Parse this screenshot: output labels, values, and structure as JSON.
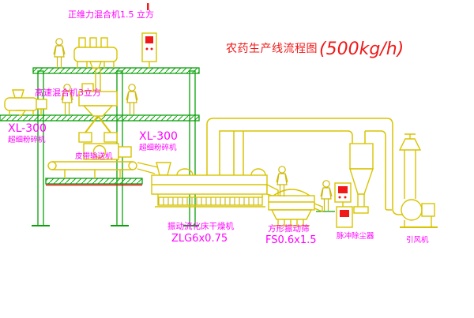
{
  "title": {
    "text": "农药生产线流程图",
    "capacity": "(500kg/h)"
  },
  "labels": {
    "top_mixer": "正维力混合机1.5 立方",
    "high_speed_mixer": "高速混合机3立方",
    "left_crusher_model": "XL-300",
    "left_crusher_name": "超细粉碎机",
    "mid_crusher_model": "XL-300",
    "mid_crusher_name": "超细粉碎机",
    "belt_conveyor": "皮带输送机",
    "dryer_name": "振动流化床干燥机",
    "dryer_model": "ZLG6x0.75",
    "sieve_name": "方形振动筛",
    "sieve_model": "FS0.6x1.5",
    "dust_collector": "脉冲除尘器",
    "induced_draft_fan": "引风机"
  },
  "colors": {
    "structure_green": "#0aa00a",
    "equipment_yellow": "#d9c400",
    "label_magenta": "#ff00ff",
    "title_red": "#f01818"
  }
}
